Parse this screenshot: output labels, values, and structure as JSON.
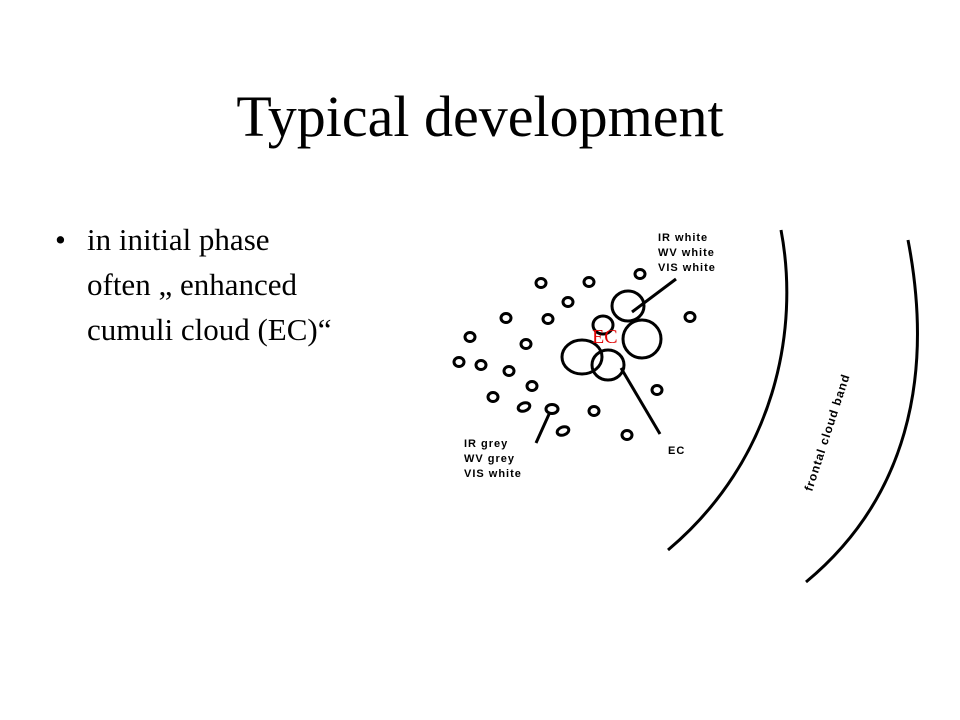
{
  "slide": {
    "title": "Typical development",
    "bullet_marker": "•",
    "bullet_lines": [
      "in initial phase",
      "often „ enhanced",
      "cumuli cloud (EC)“"
    ]
  },
  "diagram": {
    "label_top": [
      "IR white",
      "WV white",
      "VIS white"
    ],
    "label_bottom": [
      "IR grey",
      "WV grey",
      "VIS white"
    ],
    "ec_label": "EC",
    "ec_red_label": "EC",
    "band_label": "frontal cloud band",
    "colors": {
      "ec_red": "#e00000",
      "ink": "#000000"
    }
  }
}
